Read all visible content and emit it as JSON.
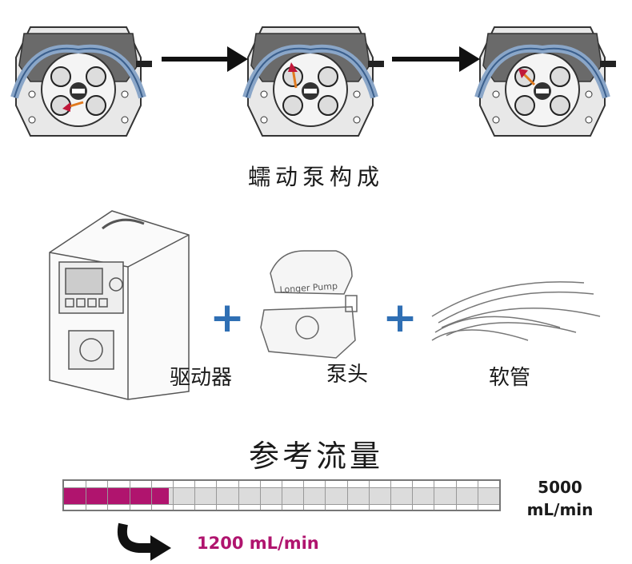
{
  "diagram": {
    "section_title": "蠕动泵构成",
    "components": [
      {
        "label": "驱动器"
      },
      {
        "label": "泵头"
      },
      {
        "label": "软管"
      }
    ],
    "plus_sign": "+",
    "pump_head_brand": "Longer Pump"
  },
  "flow": {
    "title": "参考流量",
    "max_value": "5000",
    "max_unit": "mL/min",
    "current_label": "1200 mL/min",
    "fill_fraction": 0.24,
    "colors": {
      "fill": "#b0146e",
      "track": "#dcdcdc",
      "current_text": "#b0146e",
      "plus": "#2f6fb4"
    }
  }
}
